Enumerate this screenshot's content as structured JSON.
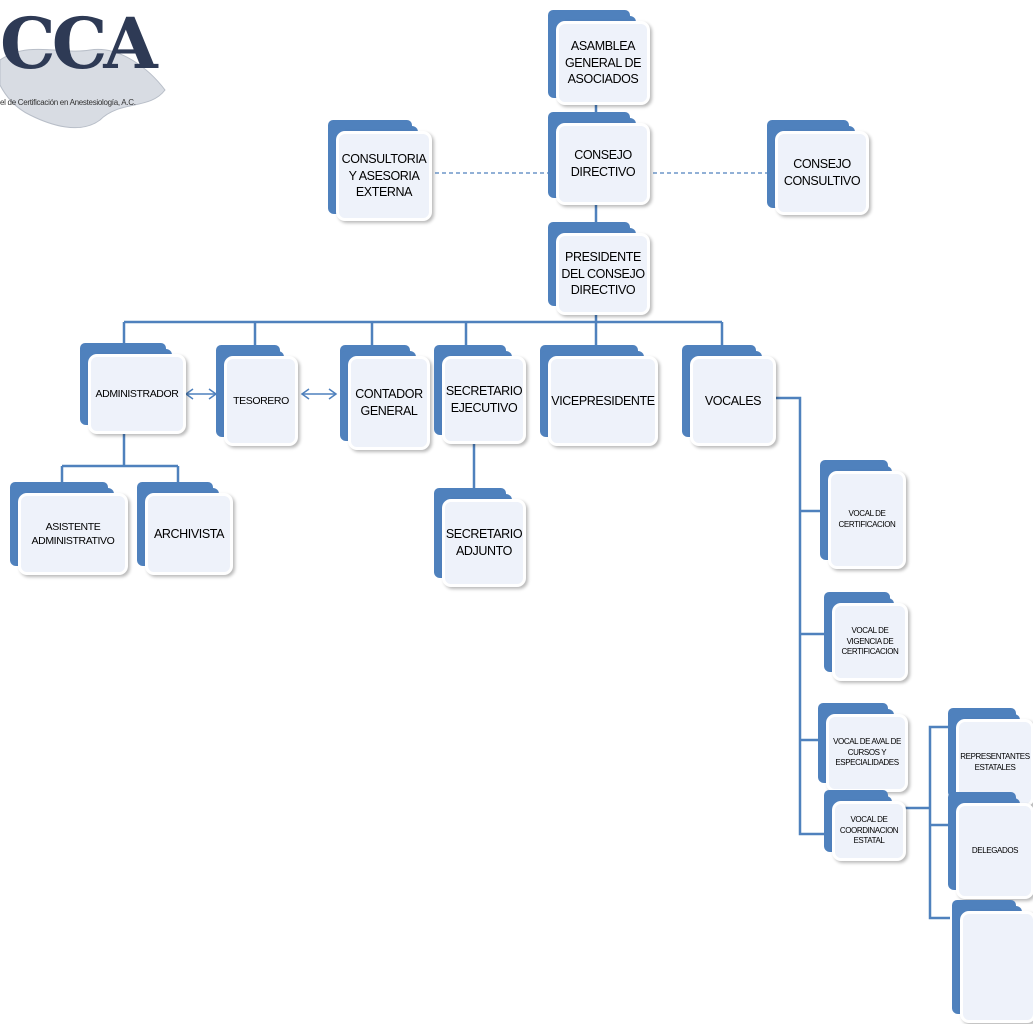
{
  "logo": {
    "letters": "CCA",
    "subtitle": "el de Certificación en Anestesiología, A.C."
  },
  "colors": {
    "box_accent": "#4f81bd",
    "box_fill": "#eef2fa",
    "connector": "#4f81bd"
  },
  "nodes": {
    "asamblea": "ASAMBLEA\nGENERAL DE\nASOCIADOS",
    "consejo_directivo": "CONSEJO\nDIRECTIVO",
    "consultoria": "CONSULTORIA\nY ASESORIA\nEXTERNA",
    "consejo_consultivo": "CONSEJO\nCONSULTIVO",
    "presidente": "PRESIDENTE\nDEL CONSEJO\nDIRECTIVO",
    "administrador": "ADMINISTRADOR",
    "tesorero": "TESORERO",
    "contador": "CONTADOR\nGENERAL",
    "secretario_ejecutivo": "SECRETARIO\nEJECUTIVO",
    "vicepresidente": "VICEPRESIDENTE",
    "vocales": "VOCALES",
    "asistente": "ASISTENTE\nADMINISTRATIVO",
    "archivista": "ARCHIVISTA",
    "secretario_adjunto": "SECRETARIO\nADJUNTO",
    "vocal_certificacion": "VOCAL DE\nCERTIFICACION",
    "vocal_vigencia": "VOCAL DE\nVIGENCIA DE\nCERTIFICACION",
    "vocal_aval": "VOCAL DE AVAL DE\nCURSOS Y\nESPECIALIDADES",
    "vocal_coordinacion": "VOCAL DE\nCOORDINACION\nESTATAL",
    "representantes": "REPRESENTANTES\nESTATALES",
    "delegados": "DELEGADOS",
    "blank": ""
  }
}
